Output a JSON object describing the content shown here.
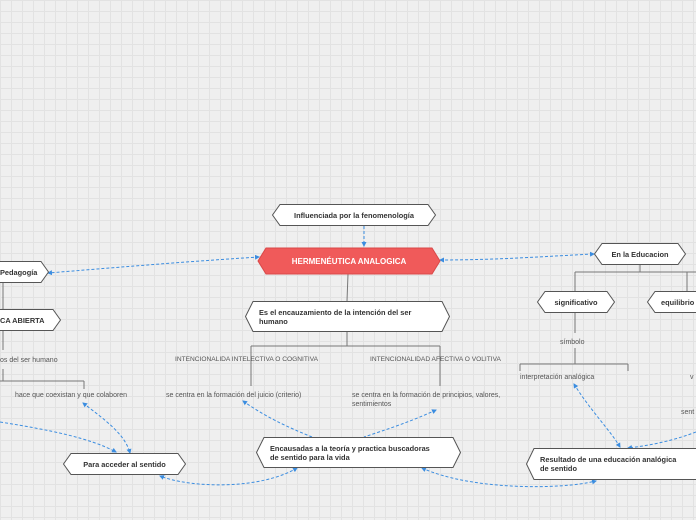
{
  "central": {
    "label": "HERMENÉUTICA ANALOGICA",
    "color": "#f05a5a"
  },
  "nodes": {
    "influenciada": "Influenciada por la fenomenología",
    "encauzamiento": "Es el encauzamiento de la intención  del ser humano",
    "en_la_educacion": "En la Educacion",
    "significativo": "significativo",
    "equilibrio": "equilibrio",
    "pedagogia": "Pedagogía",
    "abierta": "CA ABIERTA",
    "encausadas": "Encausadas a la teoría y practica buscadoras de sentido para la vida",
    "para_acceder": "Para acceder al sentido",
    "resultado": "Resultado de una educación analógica de sentido"
  },
  "texts": {
    "intelectiva": "INTENCIONALIDA INTELECTIVA O COGNITIVA",
    "afectiva": "INTENCIONALIDAD AFECTIVA O VOLITIVA",
    "juicio": "se centra en la formación del juicio (criterio)",
    "principios": "se centra en la formación de principios, valores, sentimientos",
    "simbolo": "símbolo",
    "interpretacion": "interpretación analógica",
    "ser_humano": "os  del ser humano",
    "coexistan": "hace que coexistan  y que colaboren",
    "v_fragment": "v",
    "sent_fragment": "sent"
  },
  "colors": {
    "connector": "#3b8de0",
    "line": "#777777"
  }
}
